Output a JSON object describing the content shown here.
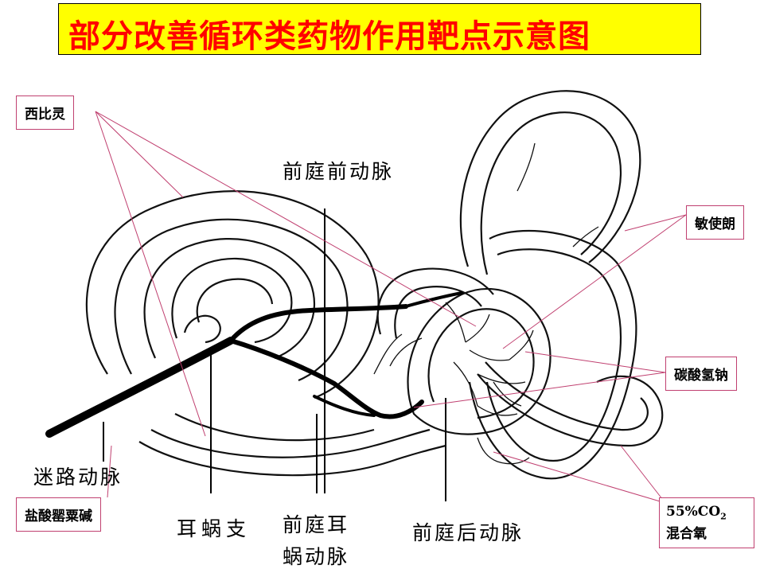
{
  "title": "部分改善循环类药物作用靶点示意图",
  "colors": {
    "title_bg": "#ffff00",
    "title_text": "#ff0000",
    "pointer_line": "#c04070"
  },
  "anatomy_labels": {
    "anterior_vestibular_artery": "前庭前动脉",
    "labyrinthine_artery": "迷路动脉",
    "cochlear_branch": "耳蜗支",
    "vestibulocochlear_artery_line1": "前庭耳",
    "vestibulocochlear_artery_line2": "蜗动脉",
    "posterior_vestibular_artery": "前庭后动脉"
  },
  "drug_labels": {
    "flunarizine": "西比灵",
    "betahistine": "敏使朗",
    "sodium_bicarbonate": "碳酸氢钠",
    "papaverine": "盐酸罂粟碱",
    "co2_line1_value": "55%CO",
    "co2_line1_subscript": "2",
    "co2_line2": "混合氧"
  }
}
